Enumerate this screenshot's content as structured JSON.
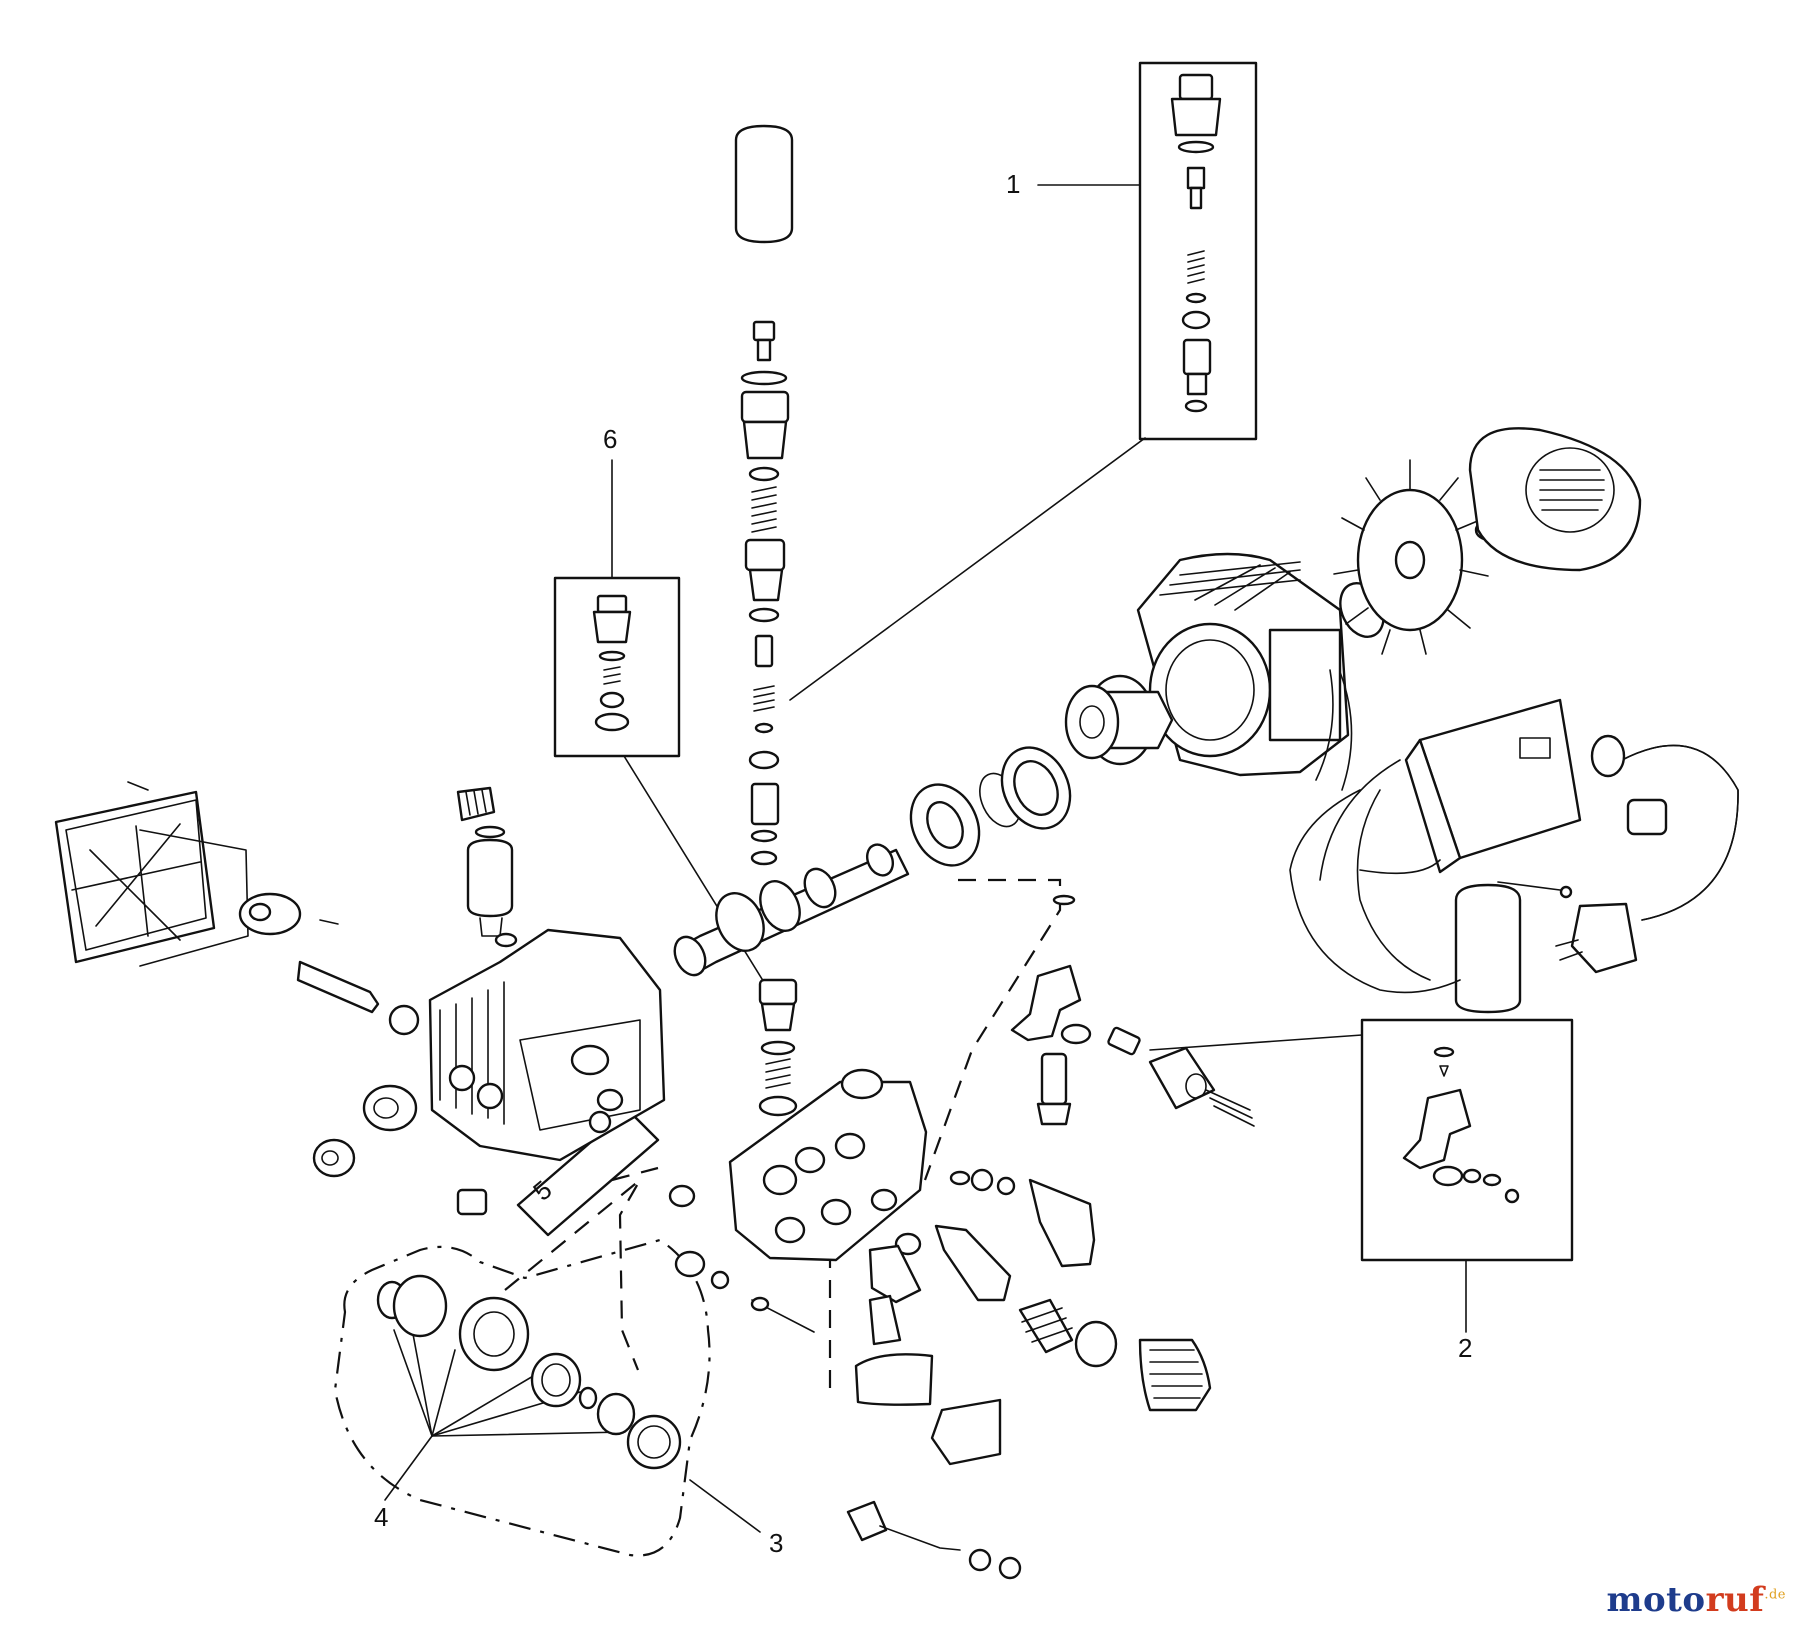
{
  "callouts": {
    "c1": "1",
    "c2": "2",
    "c3": "3",
    "c4": "4",
    "c5": "5",
    "c6": "6"
  },
  "watermark": {
    "part1": "moto",
    "part2": "ruf",
    "suffix": ".de",
    "colors": {
      "moto": "#1e3c8c",
      "r": "#d23c1e",
      "uf": "#e0a020"
    }
  }
}
